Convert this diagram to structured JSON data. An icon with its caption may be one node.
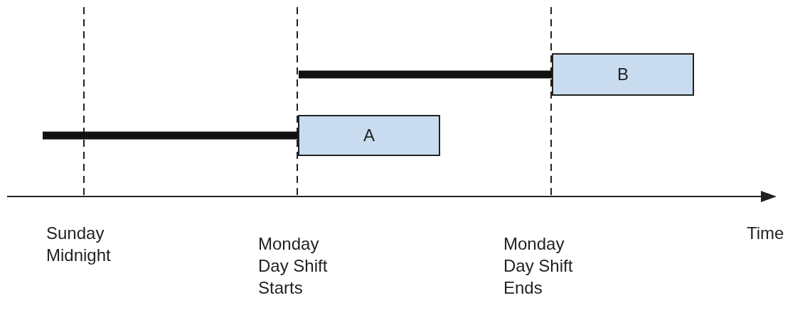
{
  "diagram": {
    "nodes": [
      {
        "text": [
          "A"
        ]
      },
      {
        "text": [
          "B"
        ]
      }
    ],
    "edges": [
      {
        "from": null,
        "to": 0,
        "arrow": "none"
      },
      {
        "from": null,
        "to": 1,
        "arrow": "none"
      }
    ],
    "labels": [
      "Sunday Midnight",
      "Monday Day Shift Starts",
      "Monday Day Shift Ends",
      "Time"
    ]
  }
}
